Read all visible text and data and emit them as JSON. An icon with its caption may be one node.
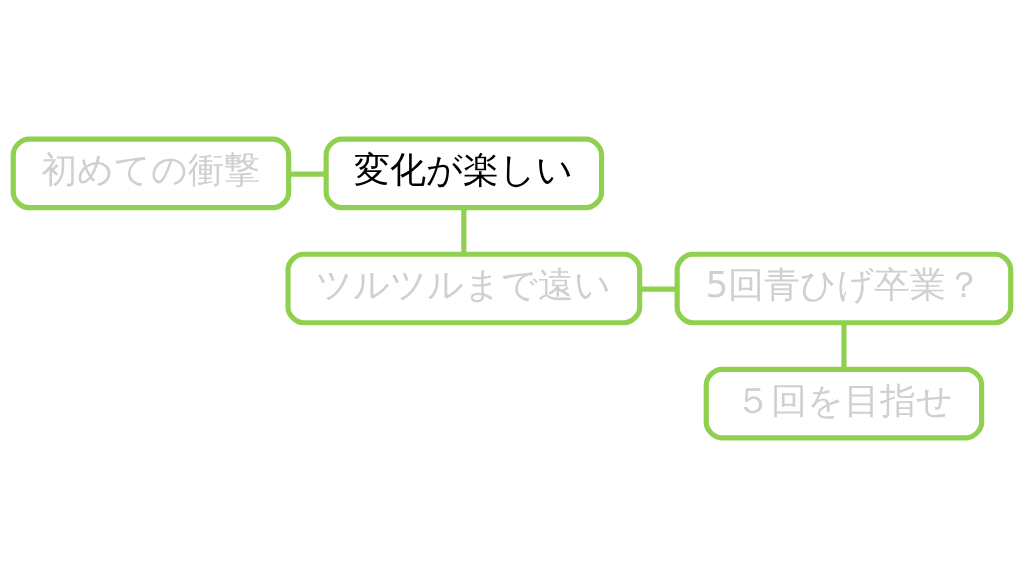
{
  "diagram": {
    "nodes": [
      {
        "text": [
          "初めての衝撃"
        ]
      },
      {
        "text": [
          "変化が楽しい"
        ]
      },
      {
        "text": [
          "ツルツルまで遠い"
        ]
      },
      {
        "text": [
          "5回青ひげ卒業？"
        ]
      },
      {
        "text": [
          "５回を目指せ"
        ]
      }
    ],
    "edges": [
      {
        "from": 0,
        "to": 1,
        "arrow": "none"
      },
      {
        "from": 1,
        "to": 2,
        "arrow": "none"
      },
      {
        "from": 2,
        "to": 3,
        "arrow": "none"
      },
      {
        "from": 3,
        "to": 4,
        "arrow": "none"
      }
    ]
  }
}
